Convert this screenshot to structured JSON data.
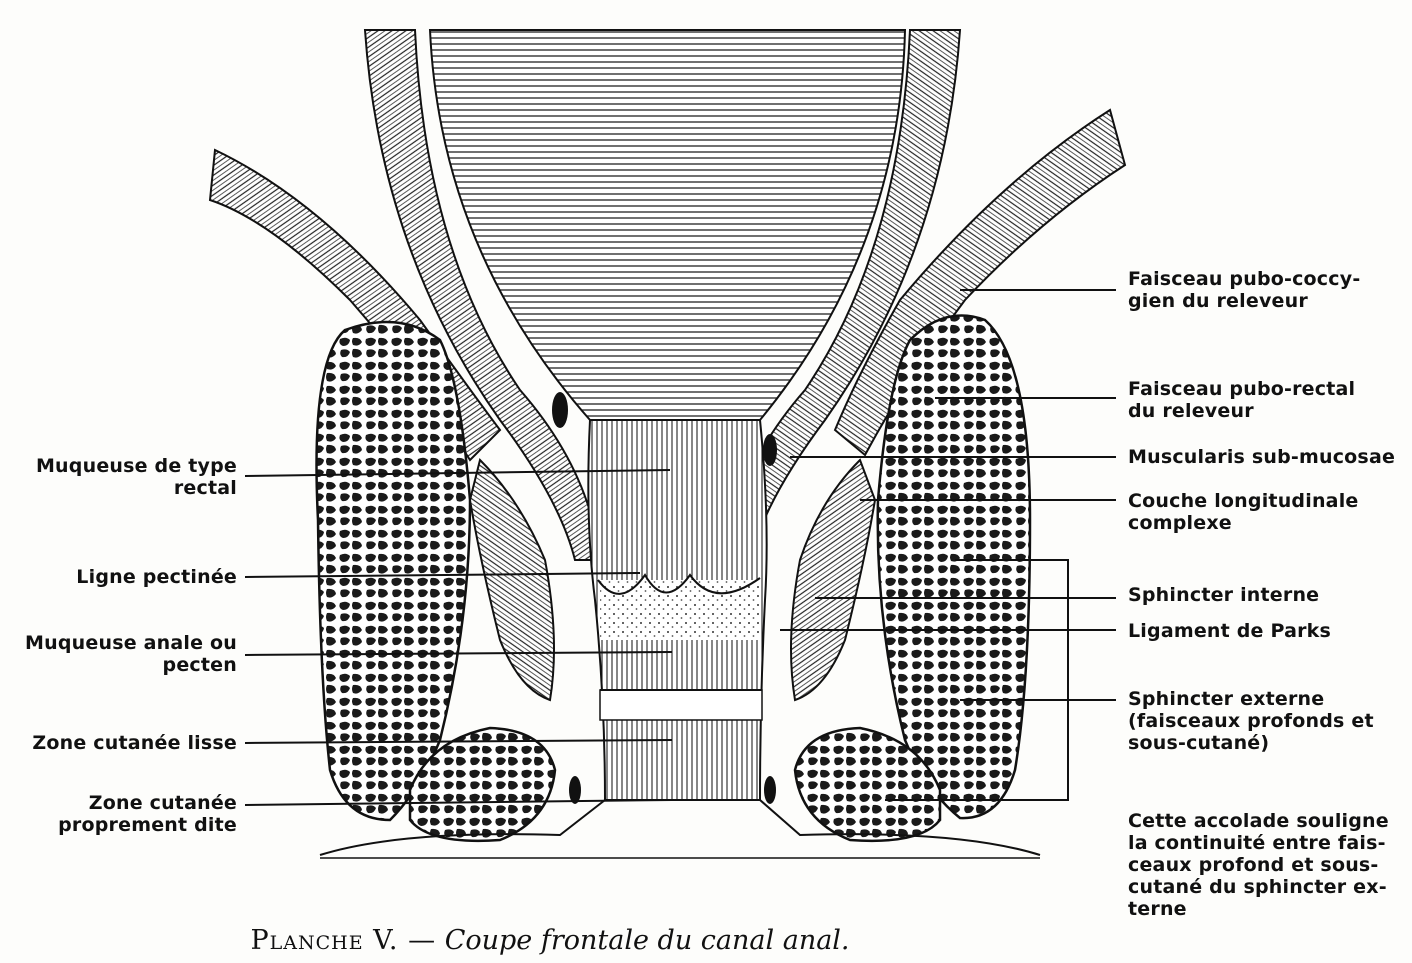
{
  "figure": {
    "caption_plate": "Planche V. —",
    "caption_title": "Coupe frontale du canal anal."
  },
  "labels_left": [
    {
      "id": "muqueuse-rectal",
      "text": "Muqueuse de type\nrectal"
    },
    {
      "id": "ligne-pectinee",
      "text": "Ligne pectinée"
    },
    {
      "id": "muqueuse-anale",
      "text": "Muqueuse anale ou\npecten"
    },
    {
      "id": "zone-cutanee-lisse",
      "text": "Zone cutanée lisse"
    },
    {
      "id": "zone-cutanee-propre",
      "text": "Zone cutanée\nproprement dite"
    }
  ],
  "labels_right": [
    {
      "id": "pubo-coccygien",
      "text": "Faisceau pubo-coccy-\ngien du releveur"
    },
    {
      "id": "pubo-rectal",
      "text": "Faisceau pubo-rectal\ndu releveur"
    },
    {
      "id": "muscularis",
      "text": "Muscularis sub-mucosae"
    },
    {
      "id": "couche-longitudinale",
      "text": "Couche longitudinale\ncomplexe"
    },
    {
      "id": "sphincter-interne",
      "text": "Sphincter interne"
    },
    {
      "id": "ligament-parks",
      "text": "Ligament de Parks"
    },
    {
      "id": "sphincter-externe",
      "text": "Sphincter externe\n(faisceaux profonds et\nsous-cutané)"
    }
  ],
  "note": "Cette accolade souligne\nla continuité entre fais-\nceaux profond et sous-\ncutané du sphincter ex-\nterne"
}
